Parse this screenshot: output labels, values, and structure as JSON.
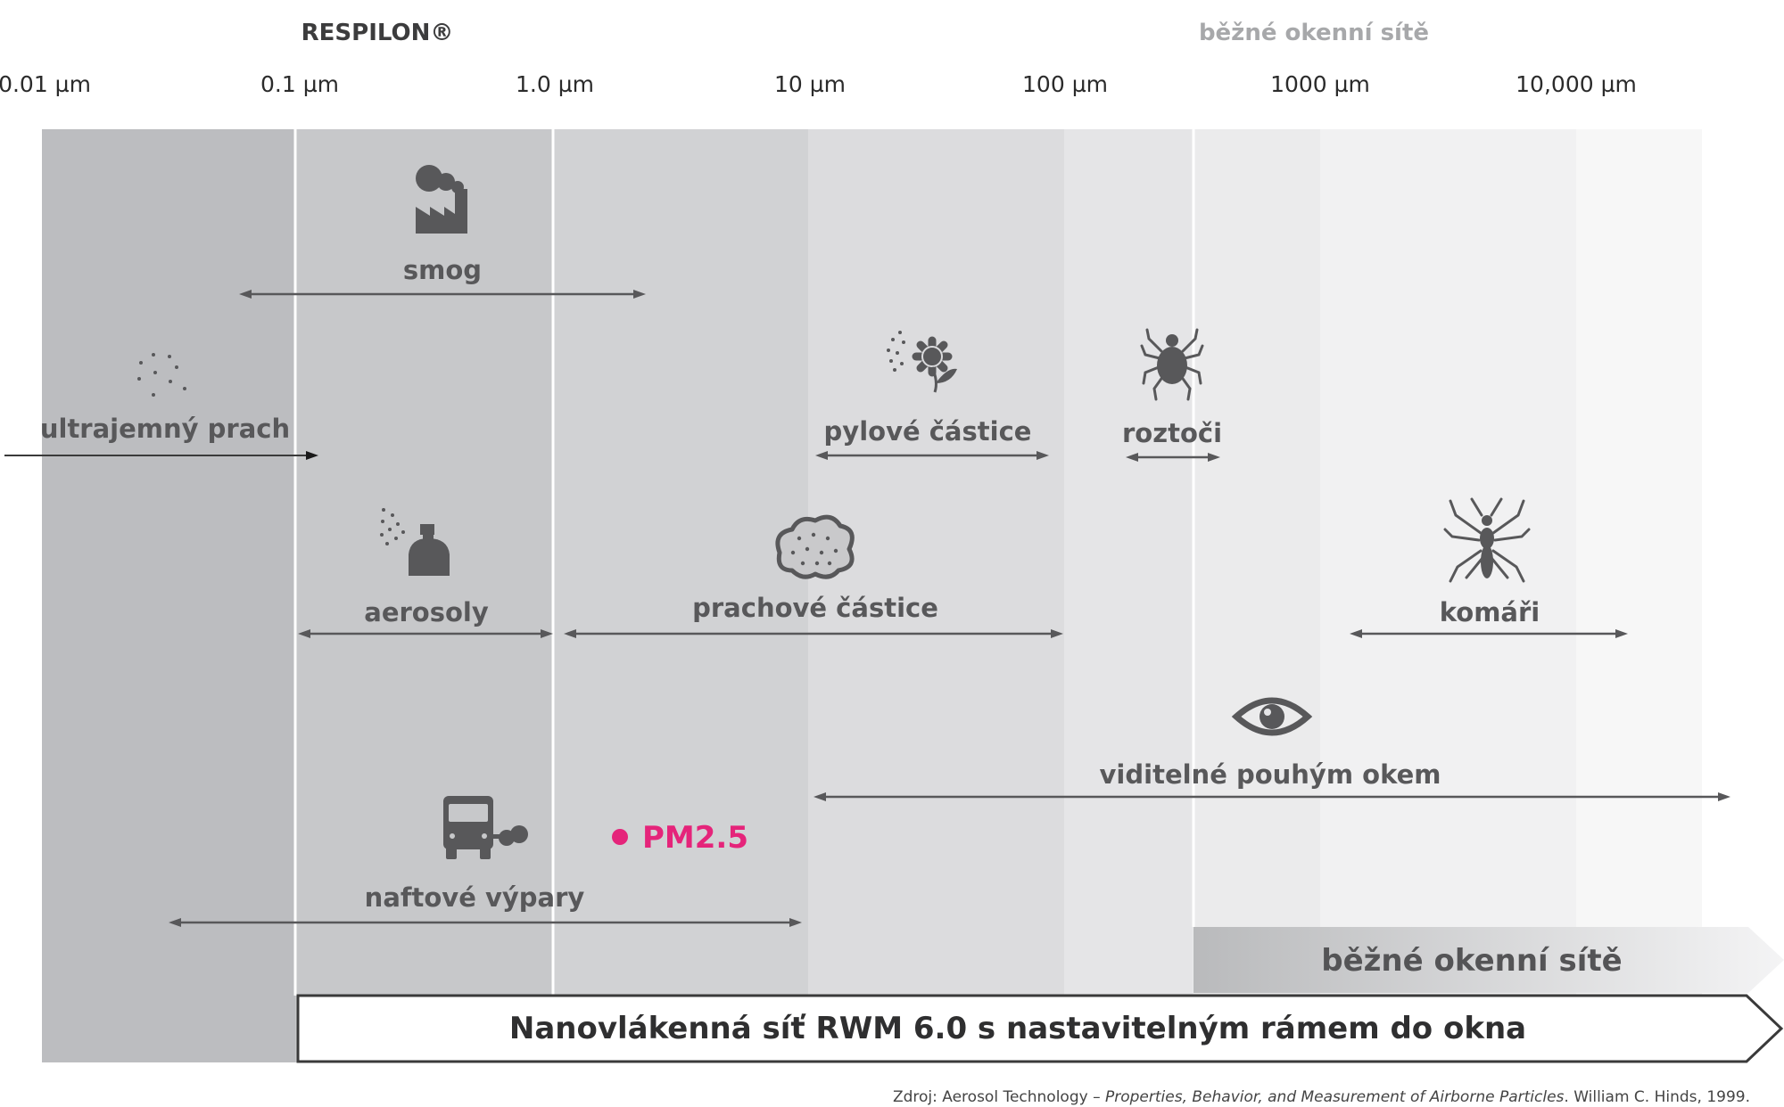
{
  "headers": {
    "respilon": "RESPILON®",
    "common_nets": "běžné okenní sítě"
  },
  "scale": {
    "ticks": [
      "0.01 µm",
      "0.1 µm",
      "1.0 µm",
      "10 µm",
      "100 µm",
      "1000 µm",
      "10,000 µm"
    ],
    "band_colors": [
      "#bcbdc0",
      "#c7c8ca",
      "#d1d2d4",
      "#dcdcde",
      "#e5e5e7",
      "#ebebec",
      "#f1f1f2",
      "#f7f7f7"
    ]
  },
  "particles": [
    {
      "id": "smog",
      "label": "smog",
      "icon": "factory-icon"
    },
    {
      "id": "ultrafine",
      "label": "ultrajemný prach",
      "icon": "dust-dots-icon"
    },
    {
      "id": "pollen",
      "label": "pylové částice",
      "icon": "flower-icon"
    },
    {
      "id": "mites",
      "label": "roztoči",
      "icon": "mite-icon"
    },
    {
      "id": "aerosols",
      "label": "aerosoly",
      "icon": "spray-can-icon"
    },
    {
      "id": "dust",
      "label": "prachové částice",
      "icon": "dust-cloud-icon"
    },
    {
      "id": "mosquitoes",
      "label": "komáři",
      "icon": "mosquito-icon"
    },
    {
      "id": "visible",
      "label": "viditelné pouhým okem",
      "icon": "eye-icon"
    },
    {
      "id": "diesel",
      "label": "naftové výpary",
      "icon": "truck-exhaust-icon"
    }
  ],
  "pm25": {
    "label": "PM2.5",
    "color": "#e5247a"
  },
  "arrows": {
    "common_nets": "běžné okenní sítě",
    "nanofiber": "Nanovlákenná síť RWM 6.0 s nastavitelným rámem do okna"
  },
  "source": {
    "prefix": "Zdroj: Aerosol Technology – ",
    "title": "Properties, Behavior, and Measurement of Airborne Particles",
    "suffix": ". William C. Hinds, 1999."
  },
  "colors": {
    "text": "#58585a",
    "icon": "#58585a",
    "line": "#58585a",
    "accent": "#e5247a"
  }
}
